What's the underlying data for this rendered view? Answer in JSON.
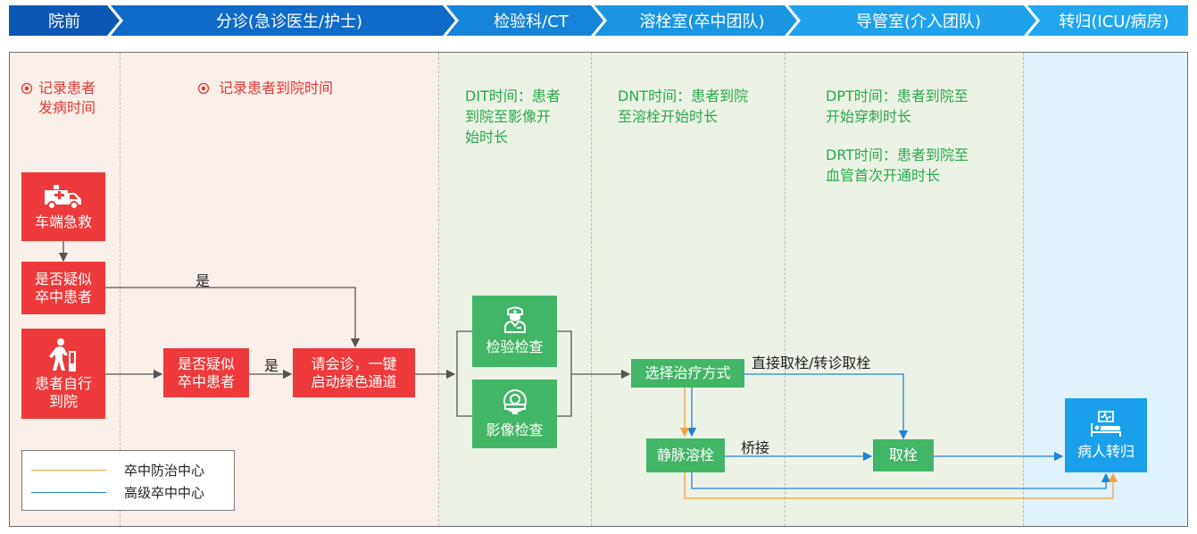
{
  "header": [
    "院前",
    "分诊(急诊医生/护士)",
    "检验科/CT",
    "溶栓室(卒中团队)",
    "导管室(介入团队)",
    "转归(ICU/病房)"
  ],
  "colors": {
    "header_dark": "#0b57b3",
    "header_light": "#22a7ef",
    "lane_pink": "#fbefe9",
    "lane_green": "#ecf3e6",
    "lane_blue": "#e0f2fb",
    "node_red": "#ee3a3a",
    "node_green": "#43b567",
    "node_blue": "#1aa0ea",
    "line_orange": "#f5a03a",
    "line_blue": "#2183d6",
    "line_gray": "#555555"
  },
  "annotations": {
    "prehospital_record": "记录患者\n发病时间",
    "triage_record": "记录患者到院时间",
    "dit": "DIT时间：患者\n到院至影像开\n始时长",
    "dnt": "DNT时间：患者到院\n至溶栓开始时长",
    "dpt": "DPT时间：患者到院至\n开始穿刺时长",
    "drt": "DRT时间：患者到院至\n血管首次开通时长"
  },
  "nodes": {
    "ambulance": "车端急救",
    "suspect_prehospital": "是否疑似\n卒中患者",
    "walk_in": "患者自行\n到院",
    "suspect_triage": "是否疑似\n卒中患者",
    "consult": "请会诊，一键\n启动绿色通道",
    "lab_test": "检验检查",
    "imaging": "影像检查",
    "choose_treatment": "选择治疗方式",
    "iv_thrombolysis": "静脉溶栓",
    "thrombectomy": "取栓",
    "transfer": "病人转归"
  },
  "edge_labels": {
    "yes_1": "是",
    "yes_2": "是",
    "direct": "直接取栓/转诊取栓",
    "bridge": "桥接"
  },
  "legend": [
    {
      "label": "卒中防治中心",
      "color": "#f5a03a"
    },
    {
      "label": "高级卒中中心",
      "color": "#2183d6"
    }
  ],
  "icons": [
    "record-dot-icon",
    "ambulance-icon",
    "elderly-walker-icon",
    "doctor-icon",
    "ct-scanner-icon",
    "patient-bed-monitor-icon"
  ]
}
